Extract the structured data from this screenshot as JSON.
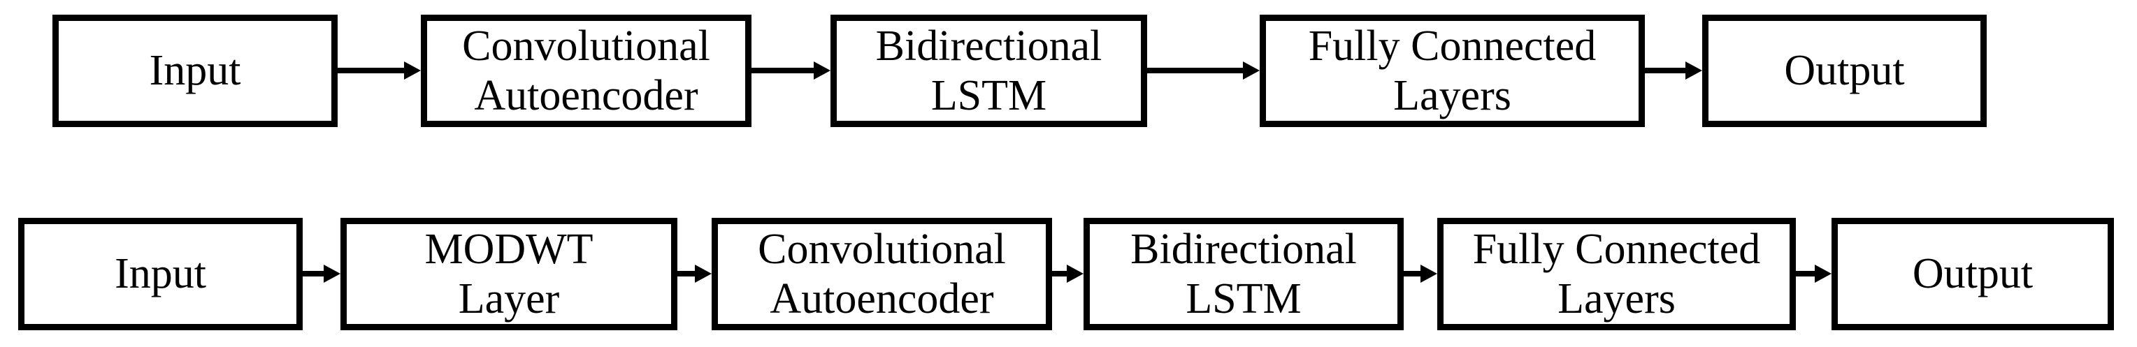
{
  "diagram": {
    "background_color": "#ffffff",
    "line_color": "#000000",
    "text_color": "#000000",
    "rows": [
      {
        "nodes": [
          {
            "lines": [
              "Input"
            ]
          },
          {
            "lines": [
              "Convolutional",
              "Autoencoder"
            ]
          },
          {
            "lines": [
              "Bidirectional",
              "LSTM"
            ]
          },
          {
            "lines": [
              "Fully Connected",
              "Layers"
            ]
          },
          {
            "lines": [
              "Output"
            ]
          }
        ]
      },
      {
        "nodes": [
          {
            "lines": [
              "Input"
            ]
          },
          {
            "lines": [
              "MODWT",
              "Layer"
            ]
          },
          {
            "lines": [
              "Convolutional",
              "Autoencoder"
            ]
          },
          {
            "lines": [
              "Bidirectional",
              "LSTM"
            ]
          },
          {
            "lines": [
              "Fully Connected",
              "Layers"
            ]
          },
          {
            "lines": [
              "Output"
            ]
          }
        ]
      }
    ]
  }
}
